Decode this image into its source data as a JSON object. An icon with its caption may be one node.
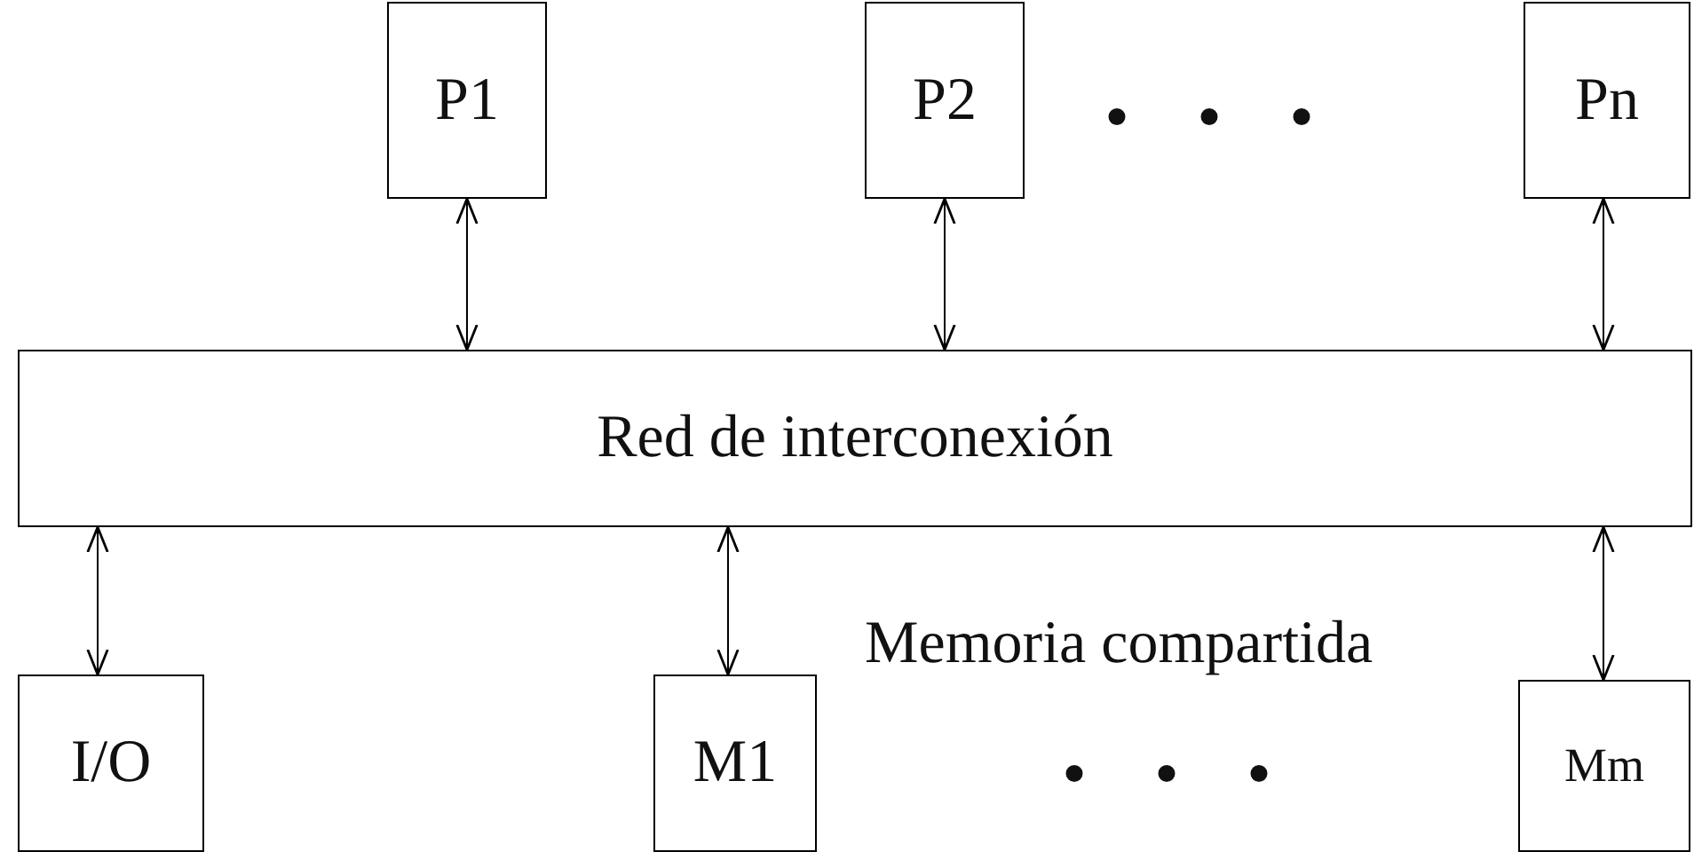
{
  "diagram": {
    "nodes": [
      {
        "text": [
          "P1"
        ]
      },
      {
        "text": [
          "P2"
        ]
      },
      {
        "text": [
          "Pn"
        ]
      },
      {
        "text": [
          "Red de interconexión"
        ]
      },
      {
        "text": [
          "I/O"
        ]
      },
      {
        "text": [
          "M1"
        ]
      },
      {
        "text": [
          "Mm"
        ]
      }
    ],
    "edges": [
      {
        "from": 0,
        "to": 3,
        "arrow": "both"
      },
      {
        "from": 1,
        "to": 3,
        "arrow": "both"
      },
      {
        "from": 2,
        "to": 3,
        "arrow": "both"
      },
      {
        "from": 3,
        "to": 4,
        "arrow": "both"
      },
      {
        "from": 3,
        "to": 5,
        "arrow": "both"
      },
      {
        "from": 3,
        "to": 6,
        "arrow": "both"
      }
    ],
    "labels": [
      "• • •",
      "Memoria compartida",
      "• • •"
    ]
  }
}
